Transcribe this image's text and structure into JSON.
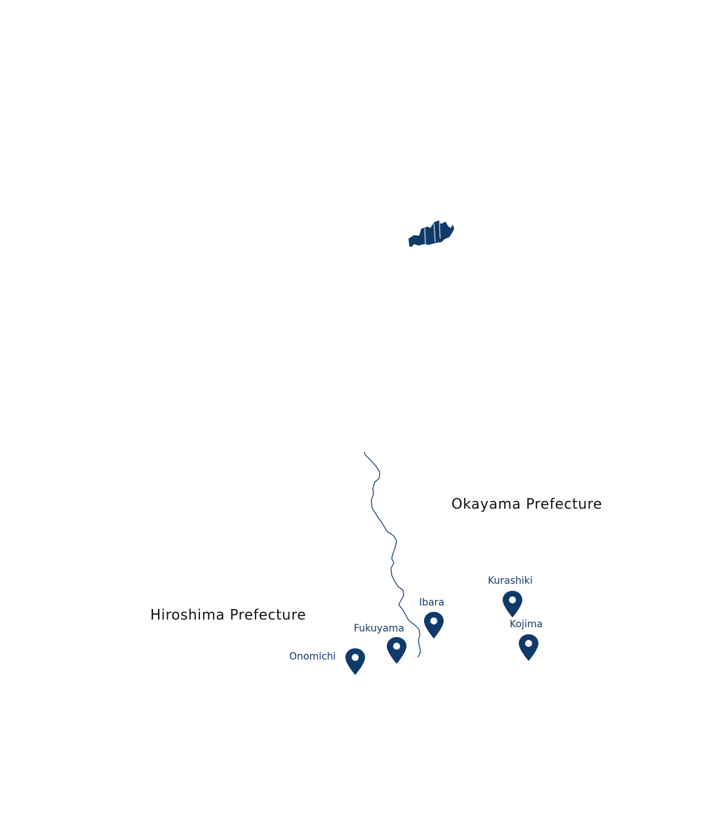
{
  "map": {
    "colors": {
      "accent": "#0f3a69",
      "label_text": "#111111",
      "background": "#ffffff"
    },
    "regions": {
      "okayama": {
        "name": "Okayama Prefecture"
      },
      "hiroshima": {
        "name": "Hiroshima Prefecture"
      }
    },
    "cities": {
      "kurashiki": {
        "name": "Kurashiki",
        "icon": "map-pin-icon"
      },
      "ibara": {
        "name": "Ibara",
        "icon": "map-pin-icon"
      },
      "kojima": {
        "name": "Kojima",
        "icon": "map-pin-icon"
      },
      "fukuyama": {
        "name": "Fukuyama",
        "icon": "map-pin-icon"
      },
      "onomichi": {
        "name": "Onomichi",
        "icon": "map-pin-icon"
      }
    },
    "features": {
      "locator_shape": {
        "icon": "japan-region-locator-icon"
      },
      "boundary": {
        "icon": "prefecture-border-line"
      }
    }
  }
}
